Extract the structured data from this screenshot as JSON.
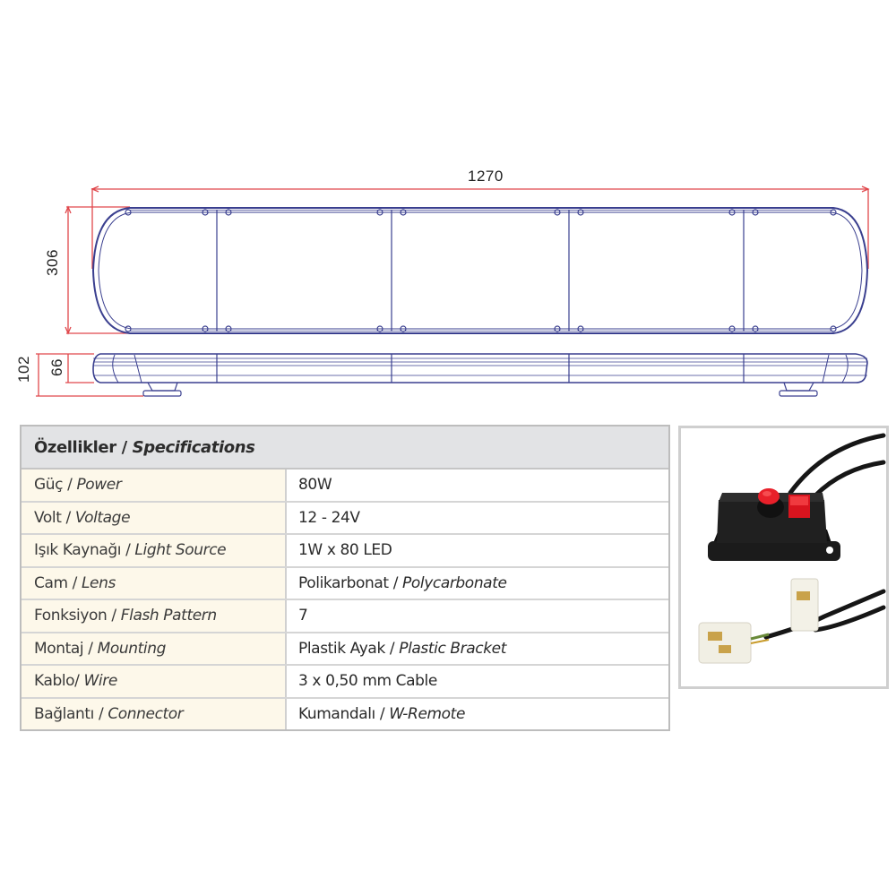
{
  "drawing": {
    "dimensions": {
      "length": "1270",
      "width": "306",
      "total_height": "102",
      "body_height": "66"
    },
    "colors": {
      "outline": "#3a3f8f",
      "dimension_line": "#e0474c"
    }
  },
  "specs": {
    "title_tr": "Özellikler",
    "title_sep": " / ",
    "title_en": "Specifications",
    "rows": [
      {
        "label_tr": "Güç / ",
        "label_en": "Power",
        "value_tr": "80W",
        "value_en": ""
      },
      {
        "label_tr": "Volt / ",
        "label_en": "Voltage",
        "value_tr": "12 - 24V",
        "value_en": ""
      },
      {
        "label_tr": "Işık Kaynağı / ",
        "label_en": "Light Source",
        "value_tr": "1W x 80 LED",
        "value_en": ""
      },
      {
        "label_tr": "Cam / ",
        "label_en": "Lens",
        "value_tr": "Polikarbonat / ",
        "value_en": "Polycarbonate"
      },
      {
        "label_tr": "Fonksiyon / ",
        "label_en": "Flash Pattern",
        "value_tr": "7",
        "value_en": ""
      },
      {
        "label_tr": "Montaj / ",
        "label_en": "Mounting",
        "value_tr": "Plastik Ayak / ",
        "value_en": "Plastic Bracket"
      },
      {
        "label_tr": "Kablo/ ",
        "label_en": "Wire",
        "value_tr": "3 x 0,50 mm Cable",
        "value_en": ""
      },
      {
        "label_tr": "Bağlantı / ",
        "label_en": "Connector",
        "value_tr": "Kumandalı / ",
        "value_en": "W-Remote"
      }
    ],
    "colors": {
      "header_bg": "#e2e3e5",
      "label_bg": "#fdf8ea",
      "value_bg": "#ffffff",
      "border": "#c8c8c8"
    }
  },
  "photo": {
    "subject": "remote-switch-and-connector-cable",
    "switch_button_color": "#e8202a",
    "rocker_color": "#d8141e",
    "housing_color": "#1b1b1b",
    "connector_color": "#f1efe4"
  }
}
